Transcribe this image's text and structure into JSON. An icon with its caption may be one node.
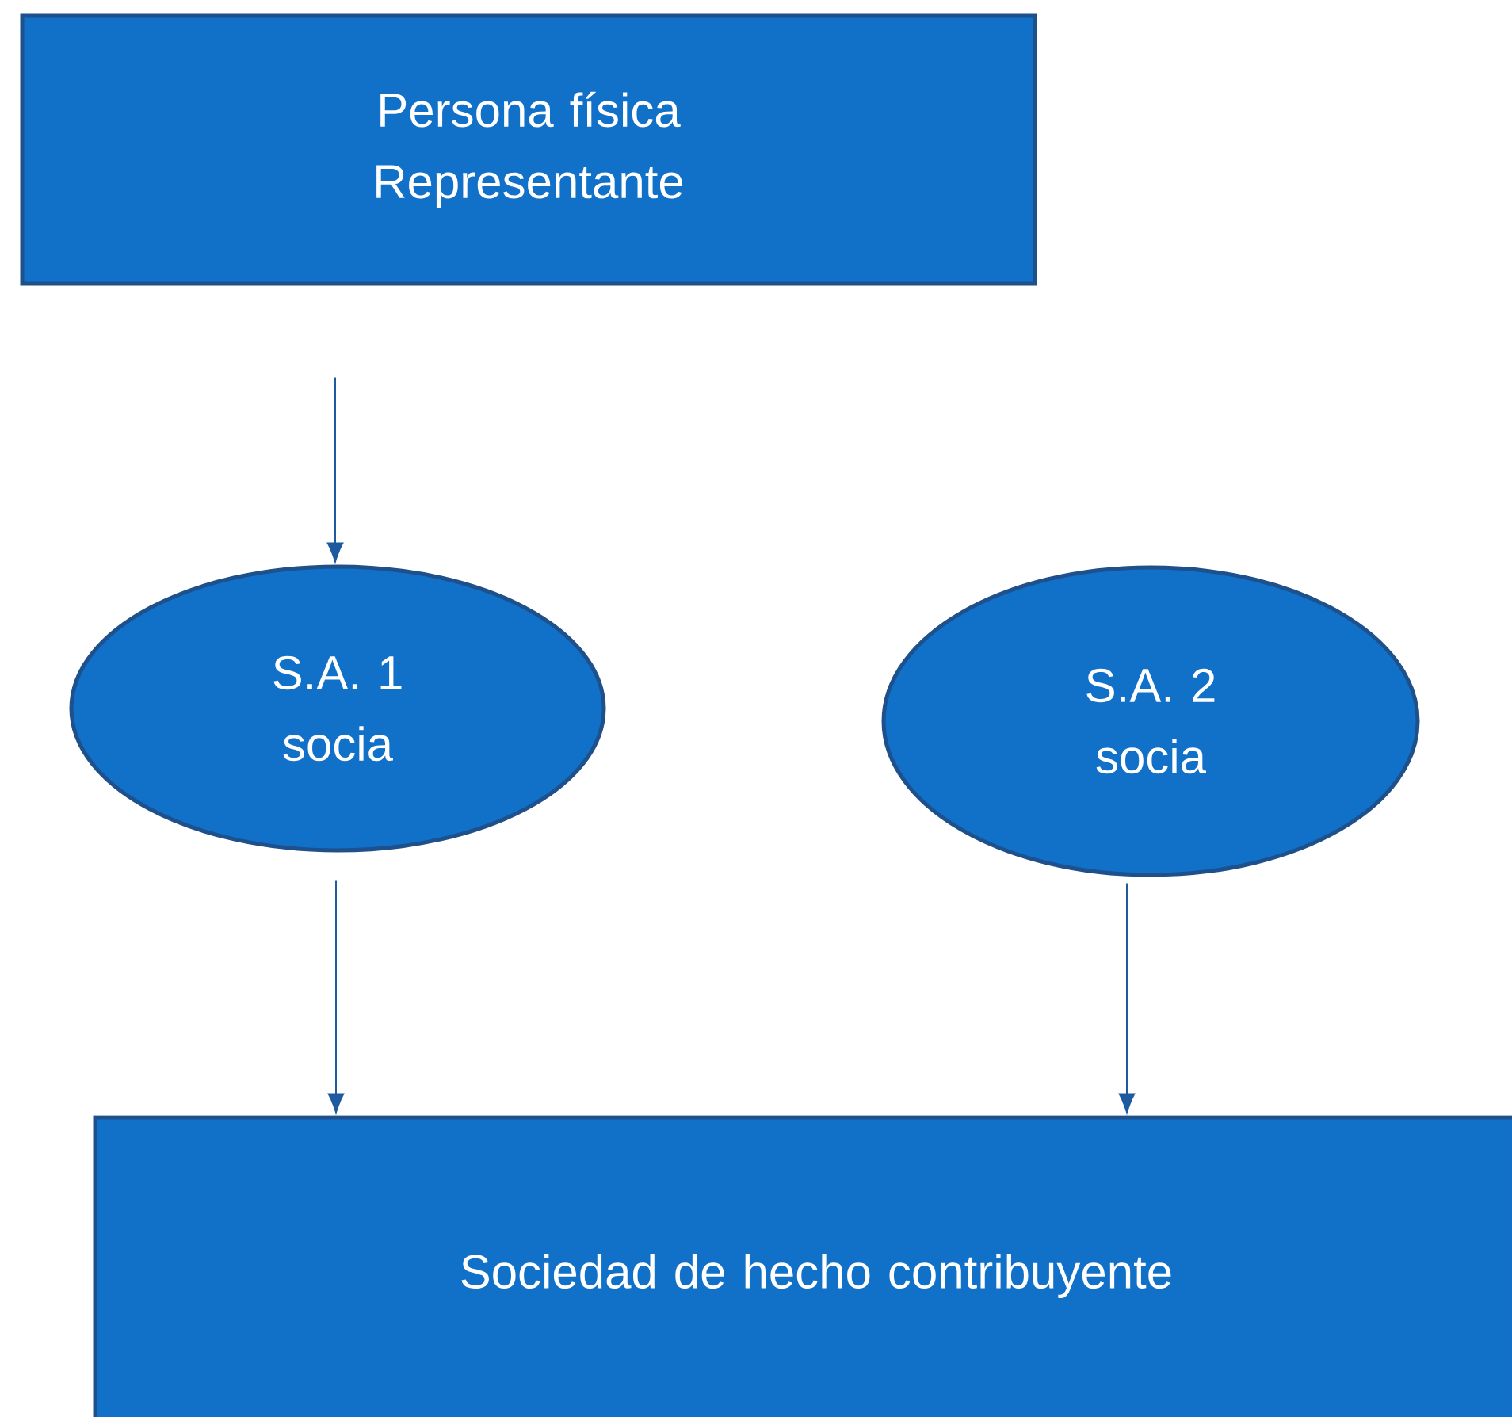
{
  "diagram": {
    "nodes": [
      {
        "text": [
          "Persona física Representante"
        ]
      },
      {
        "text": [
          "S.A. 1 socia"
        ]
      },
      {
        "text": [
          "S.A. 2 socia"
        ]
      },
      {
        "text": [
          "Sociedad de hecho contribuyente"
        ]
      }
    ],
    "edges": [
      {
        "from": 0,
        "to": 1,
        "arrow": "to"
      },
      {
        "from": 1,
        "to": 3,
        "arrow": "to"
      },
      {
        "from": 2,
        "to": 3,
        "arrow": "to"
      }
    ]
  }
}
